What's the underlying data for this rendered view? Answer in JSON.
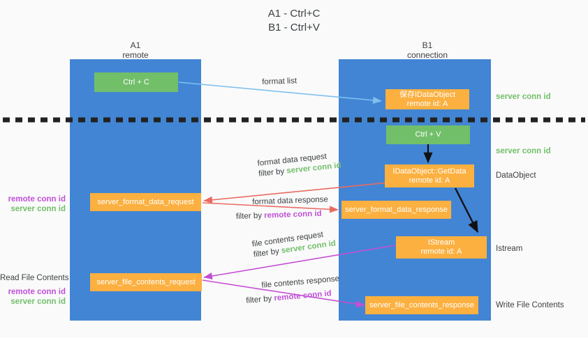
{
  "title": {
    "line1": "A1 - Ctrl+C",
    "line2": "B1 - Ctrl+V"
  },
  "columns": [
    {
      "name": "A1",
      "sub": "remote"
    },
    {
      "name": "B1",
      "sub": "connection"
    }
  ],
  "nodes": {
    "ctrl_c": "Ctrl + C",
    "ctrl_v": "Ctrl + V",
    "save_dataobject_l1": "保存IDataObject",
    "save_dataobject_l2": "remote id: A",
    "getdata_l1": "IDataObject::GetData",
    "getdata_l2": "remote id: A",
    "istream_l1": "IStream",
    "istream_l2": "remote id: A",
    "server_format_data_request": "server_format_data_request",
    "server_format_data_response": "server_format_data_response",
    "server_file_contents_request": "server_file_contents_request",
    "server_file_contents_response": "server_file_contents_response"
  },
  "captions": {
    "format_list": "format list",
    "format_data_request": "format data request",
    "format_data_filter_prefix": "filter by ",
    "format_data_filter_value": "server conn id",
    "format_data_response": "format data response",
    "format_data_response_filter_prefix": "filter by ",
    "format_data_response_filter_value": "remote conn id",
    "file_contents_request": "file contents request",
    "file_contents_request_filter_prefix": "filter by ",
    "file_contents_request_filter_value": "server conn id",
    "file_contents_response": "file contents response",
    "file_contents_response_filter_prefix": "filter by ",
    "file_contents_response_filter_value": "remote conn id"
  },
  "side_labels": {
    "right_server_conn_id_top": "server conn id",
    "right_server_conn_id_mid": "server conn id",
    "right_dataobject": "DataObject",
    "right_istream": "Istream",
    "right_write_file_contents": "Write File Contents",
    "left_remote_conn_id_1": "remote conn id",
    "left_server_conn_id_1": "server conn id",
    "left_read_file_contents": "Read File Contents",
    "left_remote_conn_id_2": "remote conn id",
    "left_server_conn_id_2": "server conn id"
  },
  "colors": {
    "lane": "#4285d4",
    "green_box": "#72bf6a",
    "orange_box": "#fbb040",
    "green_text": "#72bf6a",
    "purple_text": "#c050d8",
    "red_arrow": "#ea6a62",
    "magenta_arrow": "#c44fd4",
    "light_blue_arrow": "#7fc0ef",
    "black_arrow": "#000000",
    "divider": "#222222"
  }
}
